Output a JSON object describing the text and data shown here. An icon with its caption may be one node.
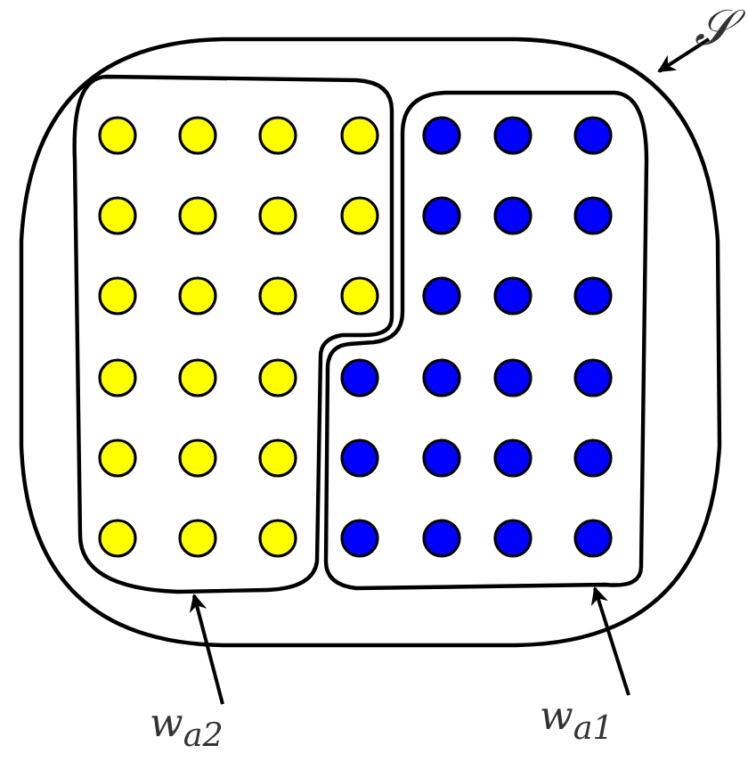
{
  "diagram": {
    "nodes": [
      {
        "text": [],
        "shape": "box"
      },
      {
        "text": [],
        "shape": "box",
        "in": 0
      },
      {
        "text": [],
        "shape": "box",
        "in": 0
      },
      {
        "text": [
          "𝒮"
        ]
      },
      {
        "text": [
          "w$_{a2}$"
        ]
      },
      {
        "text": [
          "w$_{a1}$"
        ]
      }
    ],
    "edges": [
      {
        "from": 3,
        "to": 0,
        "arrow": "to"
      },
      {
        "from": 4,
        "to": 1,
        "arrow": "to"
      },
      {
        "from": 5,
        "to": 2,
        "arrow": "to"
      }
    ]
  }
}
